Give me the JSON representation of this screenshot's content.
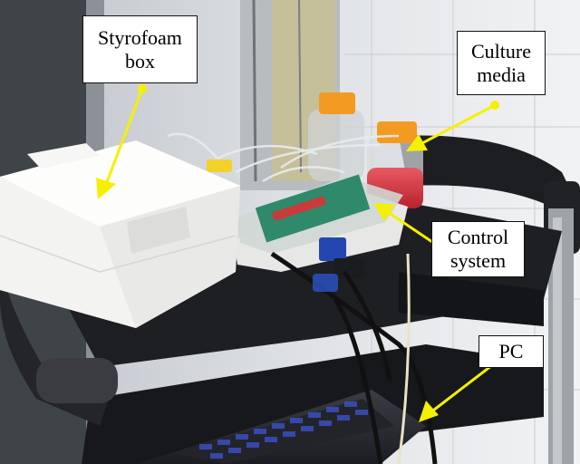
{
  "labels": {
    "styrofoam": {
      "line1": "Styrofoam",
      "line2": "box"
    },
    "culture": {
      "line1": "Culture",
      "line2": "media"
    },
    "control": {
      "line1": "Control",
      "line2": "system"
    },
    "pc": {
      "line1": "PC"
    }
  },
  "colors": {
    "arrow": "#f5f000",
    "label_bg": "#ffffff",
    "label_border": "#111111",
    "media": "#d9343f",
    "cap": "#f39a23",
    "laptop_keys": "#3b52c9",
    "styrofoam": "#f4f4f2"
  }
}
